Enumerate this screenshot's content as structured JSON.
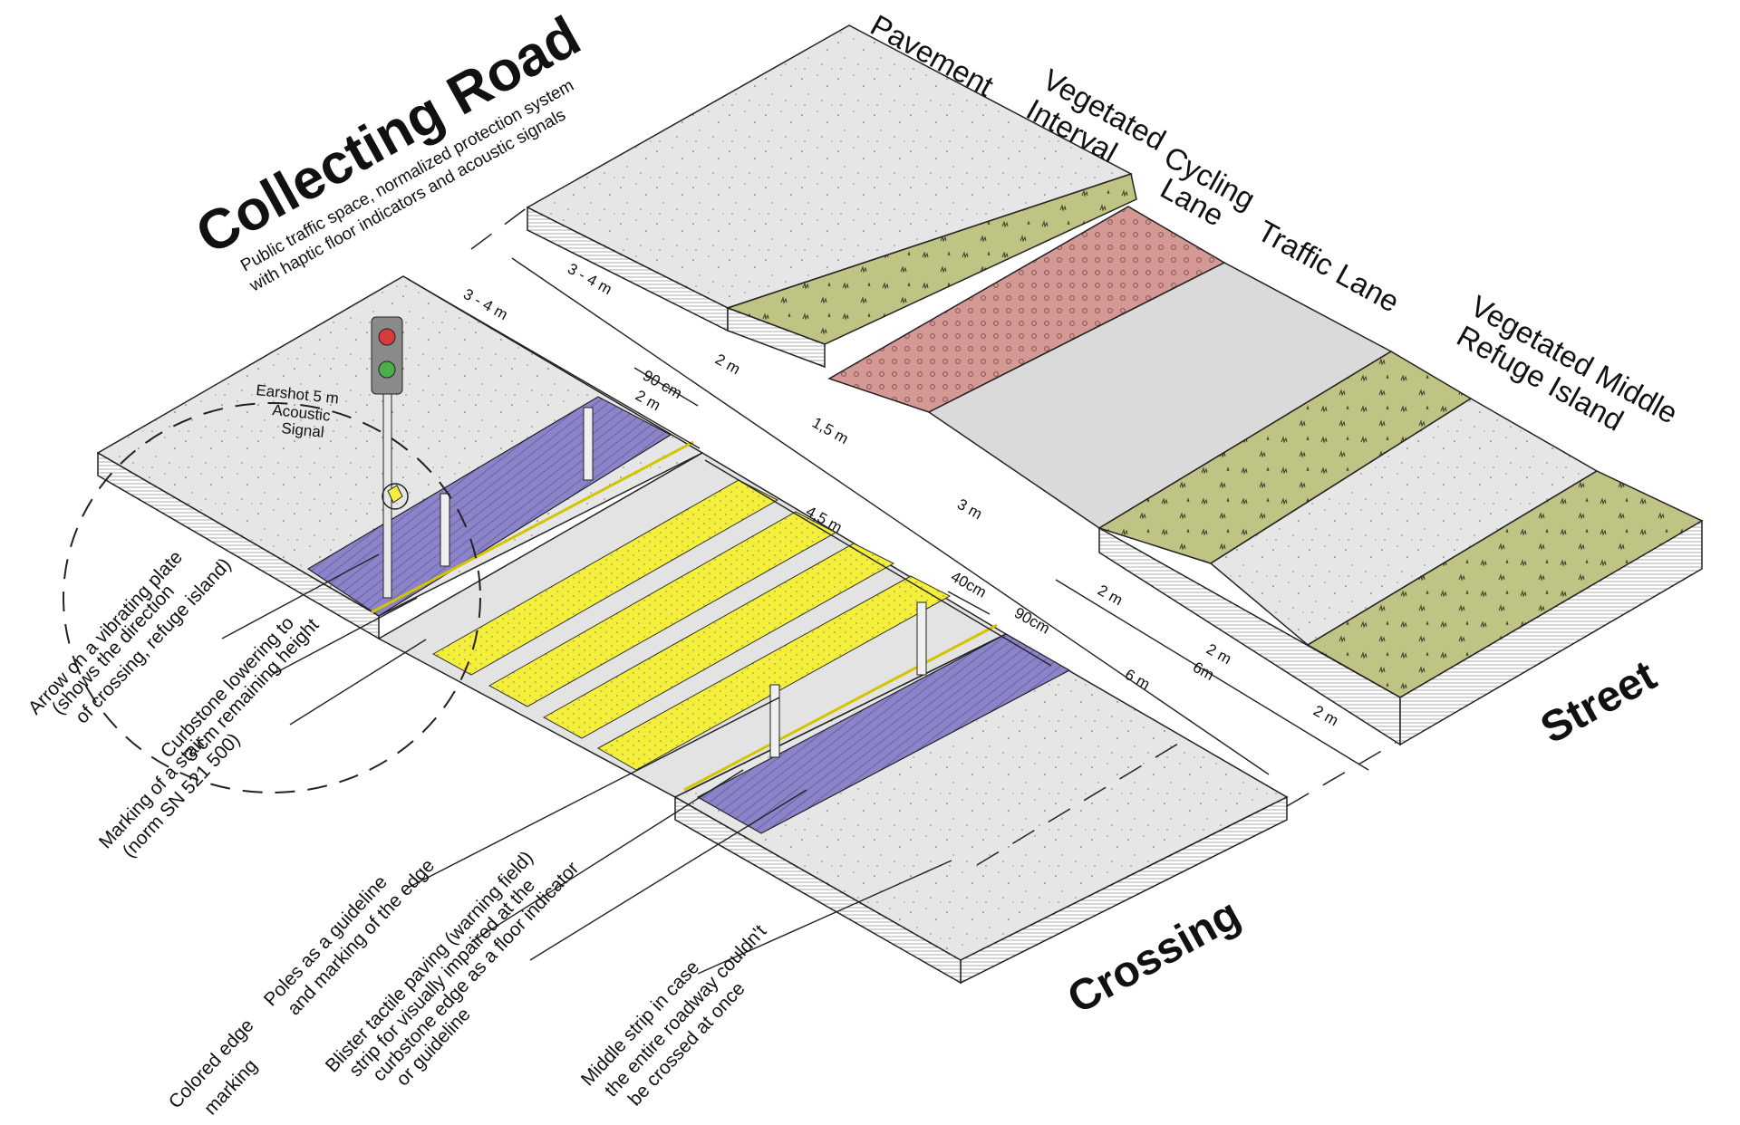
{
  "title": "Collecting Road",
  "subtitle": [
    "Public traffic space, normalized protection system",
    "with haptic floor indicators and acoustic signals"
  ],
  "section_labels": {
    "street": "Street",
    "crossing": "Crossing"
  },
  "zones": {
    "pavement": "Pavement",
    "vegetated_interval": [
      "Vegetated",
      "Interval"
    ],
    "cycling_lane": [
      "Cycling",
      "Lane"
    ],
    "traffic_lane": "Traffic Lane",
    "vegetated_middle": [
      "Vegetated Middle",
      "Refuge Island"
    ]
  },
  "dimensions": {
    "pavement_top": "3 - 4 m",
    "pavement_street": "3 - 4 m",
    "veg_interval": "2 m",
    "cycling": "1,5 m",
    "traffic": "3 m",
    "middle_2m_a": "2 m",
    "middle_2m_b": "2 m",
    "middle_6m": "6m",
    "middle_2m_c": "2 m",
    "crossing_90cm_top": "90 cm",
    "crossing_2m_top": "2 m",
    "crossing_45": "4,5 m",
    "crossing_40cm": "40cm",
    "crossing_90cm_bottom": "90cm",
    "crossing_6m": "6 m"
  },
  "acoustic": {
    "earshot": "Earshot 5 m",
    "line1": "Acoustic",
    "line2": "Signal"
  },
  "annotations": {
    "arrow_plate": [
      "Arrow on a vibrating plate",
      "(shows the direction",
      "of crossing, refuge island)"
    ],
    "curbstone": [
      "Curbstone lowering to",
      "3 cm remaining height"
    ],
    "stair": [
      "Marking of a stair",
      "(norm SN 521 500)"
    ],
    "poles": [
      "Poles as a guideline",
      "and marking of the edge"
    ],
    "colored_edge": [
      "Colored edge",
      "marking"
    ],
    "blister": [
      "Blister tactile paving (warning field)",
      "strip for visually impaired at the",
      "curbstone edge as a floor indicator",
      "or guideline"
    ],
    "middle_strip": [
      "Middle strip in case",
      "the entire roadway couldn't",
      "be crossed at once"
    ]
  },
  "colors": {
    "pavement": "#e4e4e4",
    "vegetation": "#bfc383",
    "cycling": "#d49895",
    "traffic": "#dadada",
    "tactile": "#8b84c9",
    "zebra": "#f3ef3a",
    "road": "#dedede"
  }
}
